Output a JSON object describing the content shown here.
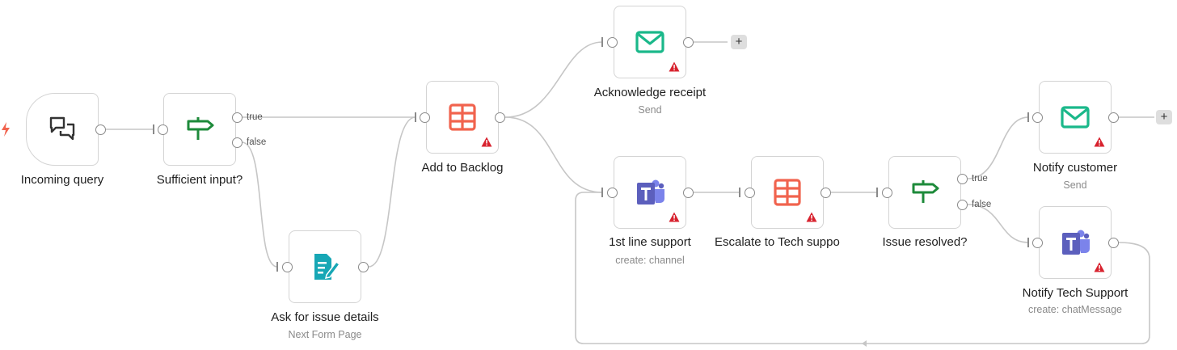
{
  "colors": {
    "edge": "#c6c6c6",
    "port_border": "#8a8a8a",
    "node_border": "#d4d4d4",
    "email_icon": "#1ab88a",
    "sheet_icon": "#f1634e",
    "if_icon": "#1d8a3a",
    "form_icon": "#17a7b5",
    "teams_icon": "#5c5fbd",
    "warning": "#d8222e",
    "trigger_bolt": "#f1634e"
  },
  "nodes": {
    "incoming_query": {
      "label": "Incoming query",
      "icon": "chat-bubbles-icon"
    },
    "sufficient_input": {
      "label": "Sufficient input?",
      "icon": "signpost-icon",
      "branch_true": "true",
      "branch_false": "false"
    },
    "ask_details": {
      "label": "Ask for issue details",
      "subtitle": "Next Form Page",
      "icon": "form-edit-icon"
    },
    "add_backlog": {
      "label": "Add to Backlog",
      "icon": "table-icon",
      "warning": true
    },
    "ack_receipt": {
      "label": "Acknowledge receipt",
      "subtitle": "Send",
      "icon": "email-icon",
      "warning": true
    },
    "first_line": {
      "label": "1st line support",
      "subtitle": "create: channel",
      "icon": "teams-icon",
      "warning": true
    },
    "escalate": {
      "label": "Escalate to Tech suppo",
      "icon": "table-icon",
      "warning": true
    },
    "issue_resolved": {
      "label": "Issue resolved?",
      "icon": "signpost-icon",
      "branch_true": "true",
      "branch_false": "false"
    },
    "notify_customer": {
      "label": "Notify customer",
      "subtitle": "Send",
      "icon": "email-icon",
      "warning": true
    },
    "notify_tech": {
      "label": "Notify Tech Support",
      "subtitle": "create: chatMessage",
      "icon": "teams-icon",
      "warning": true
    }
  },
  "add_button_label": "+"
}
